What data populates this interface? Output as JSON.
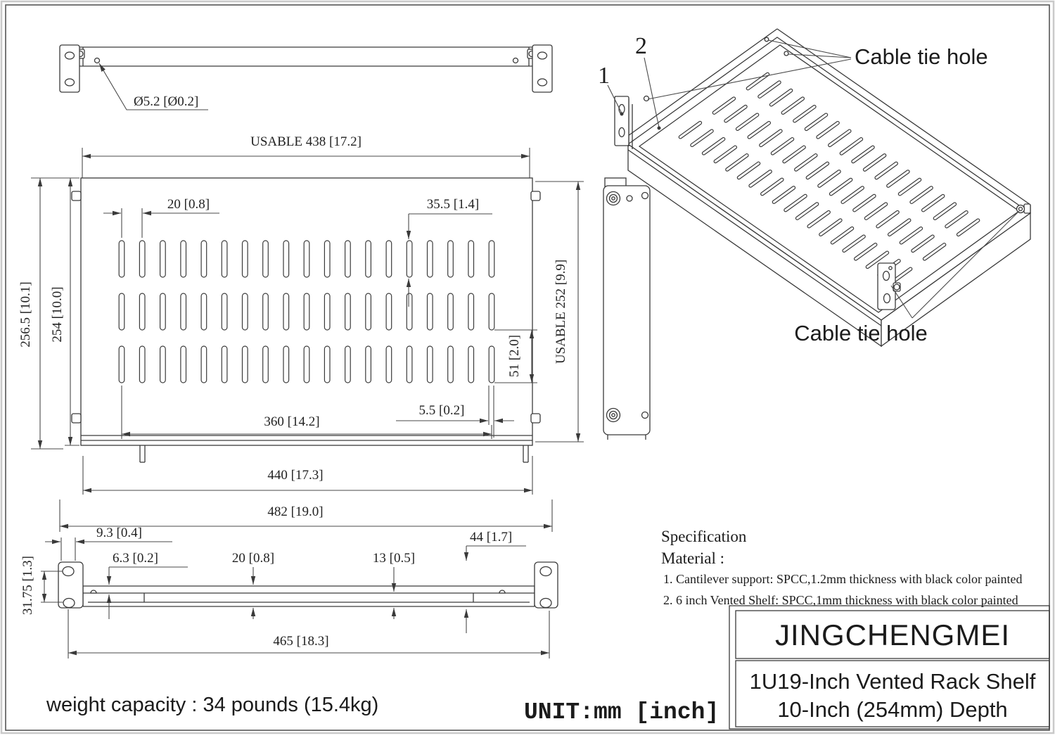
{
  "page": {
    "unit_note": "UNIT:mm [inch]",
    "weight_capacity": "weight capacity : 34 pounds (15.4kg)"
  },
  "title_block": {
    "brand": "JINGCHENGMEI",
    "product_line1": "1U19-Inch Vented Rack Shelf",
    "product_line2": "10-Inch (254mm) Depth"
  },
  "specification": {
    "heading": "Specification",
    "material_heading": "Material :",
    "items": [
      "1.  Cantilever support: SPCC,1.2mm thickness with black color painted",
      "2.  6 inch Vented Shelf: SPCC,1mm thickness with black color painted"
    ]
  },
  "front_view": {
    "hole_diameter": "Ø5.2 [Ø0.2]",
    "usable_width": "USABLE 438 [17.2]"
  },
  "top_view": {
    "slot_pitch": "20 [0.8]",
    "slot_length": "35.5 [1.4]",
    "row_pitch": "51 [2.0]",
    "slot_width": "5.5 [0.2]",
    "slot_span": "360 [14.2]",
    "depth_overall": "256.5 [10.1]",
    "depth": "254 [10.0]",
    "usable_depth": "USABLE 252 [9.9]",
    "width_inner": "440 [17.3]",
    "width_overall": "482 [19.0]",
    "slots": {
      "rows": 3,
      "cols": 19
    }
  },
  "side_view": {
    "ear_offset": "9.3 [0.4]",
    "lip_height": "6.3 [0.2]",
    "shelf_height": "20 [0.8]",
    "mid_gap": "13 [0.5]",
    "bracket_height": "44 [1.7]",
    "hole_spacing": "31.75 [1.3]",
    "length": "465 [18.3]"
  },
  "iso_view": {
    "label_top": "Cable tie hole",
    "label_bottom": "Cable tie hole",
    "callout_1": "1",
    "callout_2": "2",
    "slots": {
      "rows": 3,
      "cols": 19
    }
  }
}
